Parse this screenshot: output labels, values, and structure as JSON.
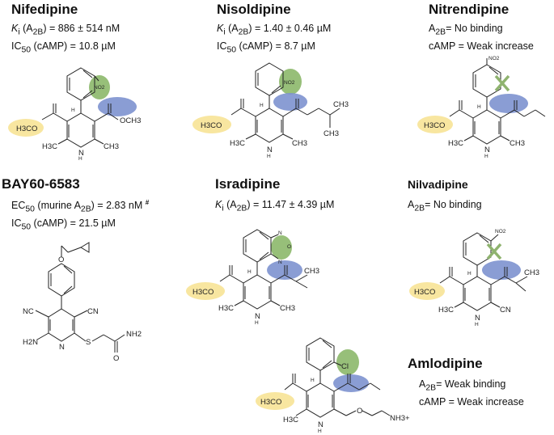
{
  "colors": {
    "phenyl_pocket": "#8cb86a",
    "ester_right": "#7d92cf",
    "ester_left": "#f8e6a0",
    "cross": "#8fb36f"
  },
  "compounds": {
    "nifedipine": {
      "name": "Nifedipine",
      "line1": {
        "pre": "K",
        "pre_sub": "i",
        "mid": " (A",
        "sub": "2B",
        "post": ") = 886 ± 514 nM"
      },
      "line2": {
        "pre": "IC",
        "sub": "50",
        "post": " (cAMP) = 10.8 µM"
      },
      "atoms": {
        "substituent": "NO2",
        "ester_left": "H3CO",
        "ester_right": "OCH3",
        "methyl_left": "H3C",
        "methyl_right": "CH3",
        "nh": "N",
        "h": "H"
      }
    },
    "nisoldipine": {
      "name": "Nisoldipine",
      "line1": {
        "pre": "K",
        "pre_sub": "i",
        "mid": " (A",
        "sub": "2B",
        "post": ") = 1.40 ± 0.46 µM"
      },
      "line2": {
        "pre": "IC",
        "sub": "50",
        "post": " (cAMP) = 8.7 µM"
      },
      "atoms": {
        "substituent": "NO2",
        "ester_left": "H3CO",
        "methyl_left": "H3C",
        "methyl_right": "CH3",
        "iso1": "CH3",
        "iso2": "CH3",
        "nh": "N",
        "h": "H"
      }
    },
    "nitrendipine": {
      "name": "Nitrendipine",
      "line1": {
        "pre": "A",
        "sub": "2B",
        "post": "= No binding"
      },
      "line2": {
        "text": "cAMP = Weak increase"
      },
      "atoms": {
        "substituent": "NO2",
        "ester_left": "H3CO",
        "methyl_left": "H3C",
        "methyl_right": "CH3",
        "nh": "N",
        "h": "H"
      }
    },
    "bay60": {
      "name": "BAY60-6583",
      "line1": {
        "pre": "EC",
        "sub": "50",
        "mid": " (murine A",
        "sub2": "2B",
        "post": ") = 2.83 nM",
        "mark": "#"
      },
      "line2": {
        "pre": "IC",
        "sub": "50",
        "post": " (cAMP) = 21.5 µM"
      },
      "atoms": {
        "cn_left": "NC",
        "cn_right": "CN",
        "amine": "H2N",
        "ring_n": "N",
        "s": "S",
        "amide": "NH2",
        "o1": "O",
        "o2": "O"
      }
    },
    "isradipine": {
      "name": "Isradipine",
      "line1": {
        "pre": "K",
        "pre_sub": "i",
        "mid": " (A",
        "sub": "2B",
        "post": ") = 11.47 ± 4.39 µM"
      },
      "atoms": {
        "ring_n1": "N",
        "ring_o": "O",
        "ring_n2": "N",
        "ester_left": "H3CO",
        "methyl_left": "H3C",
        "methyl_right": "CH3",
        "iso": "CH3",
        "nh": "N",
        "h": "H"
      }
    },
    "nilvadipine": {
      "name": "Nilvadipine",
      "line1": {
        "pre": "A",
        "sub": "2B",
        "post": "= No binding"
      },
      "atoms": {
        "substituent": "NO2",
        "ester_left": "H3CO",
        "methyl_left": "H3C",
        "cn": "CN",
        "iso": "CH3",
        "nh": "N",
        "h": "H"
      }
    },
    "amlodipine": {
      "name": "Amlodipine",
      "line1": {
        "pre": "A",
        "sub": "2B",
        "post": "= Weak binding"
      },
      "line2": {
        "text": "cAMP = Weak increase"
      },
      "atoms": {
        "substituent": "Cl",
        "ester_left": "H3CO",
        "methyl_left": "H3C",
        "ether_o": "O",
        "amine": "NH3+",
        "nh": "N",
        "h": "H"
      }
    }
  }
}
